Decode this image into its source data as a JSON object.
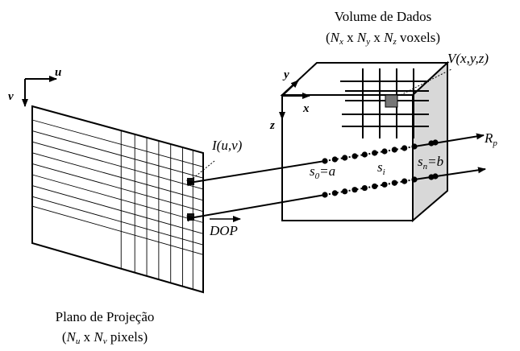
{
  "volume": {
    "title": "Volume de Dados",
    "dims": {
      "open": "(",
      "nx": "N",
      "nx_sub": "x",
      "x1": " x ",
      "ny": "N",
      "ny_sub": "y",
      "x2": " x ",
      "nz": "N",
      "nz_sub": "z",
      "unit": " voxels)"
    },
    "voxel_label": "V(x,y,z)",
    "axes": {
      "x": "x",
      "y": "y",
      "z": "z"
    }
  },
  "plane": {
    "title": "Plano de Projeção",
    "dims": {
      "open": "(",
      "nu": "N",
      "nu_sub": "u",
      "x1": " x ",
      "nv": "N",
      "nv_sub": "v",
      "unit": " pixels)"
    },
    "axes": {
      "u": "u",
      "v": "v"
    },
    "pixel_label": "I(u,v)"
  },
  "ray": {
    "label": "R",
    "label_sub": "p",
    "s0": "s",
    "s0_sub": "0",
    "s0_eq": "=a",
    "si": "s",
    "si_sub": "i",
    "sn": "s",
    "sn_sub": "n",
    "sn_eq": "=b"
  },
  "dop_label": "DOP"
}
